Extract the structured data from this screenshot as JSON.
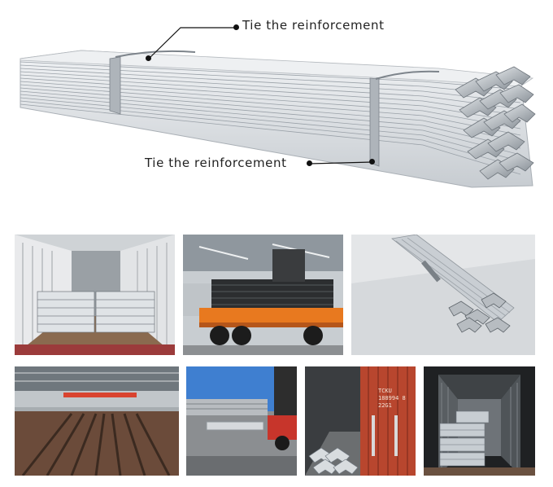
{
  "annotations": {
    "top_label": "Tie the reinforcement",
    "bottom_label": "Tie the reinforcement"
  },
  "photos": [
    {
      "name": "container-loaded-angles-photo"
    },
    {
      "name": "truck-loaded-angles-photo"
    },
    {
      "name": "angle-bundle-closeup-photo"
    },
    {
      "name": "warehouse-stock-photo"
    },
    {
      "name": "outdoor-yard-truck-photo"
    },
    {
      "name": "container-door-loading-photo",
      "container_text": "TCKU 188994 8 22G1"
    },
    {
      "name": "container-interior-bundles-photo"
    }
  ],
  "colors": {
    "steel_light": "#e6e9ec",
    "steel_mid": "#c9ced3",
    "steel_dark": "#8e959c",
    "truck_orange": "#e8791f",
    "container_red": "#b8462e"
  }
}
